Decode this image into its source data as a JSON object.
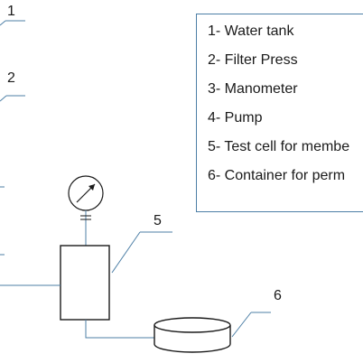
{
  "legend": {
    "items": [
      "1- Water tank",
      "2- Filter Press",
      "3- Manometer",
      "4- Pump",
      "5- Test cell for membe",
      "6- Container for perm"
    ]
  },
  "callouts": {
    "c1": "1",
    "c2": "2",
    "c5": "5",
    "c6": "6"
  },
  "colors": {
    "line": "#4d7fa6",
    "body": "#1a1a1a"
  }
}
